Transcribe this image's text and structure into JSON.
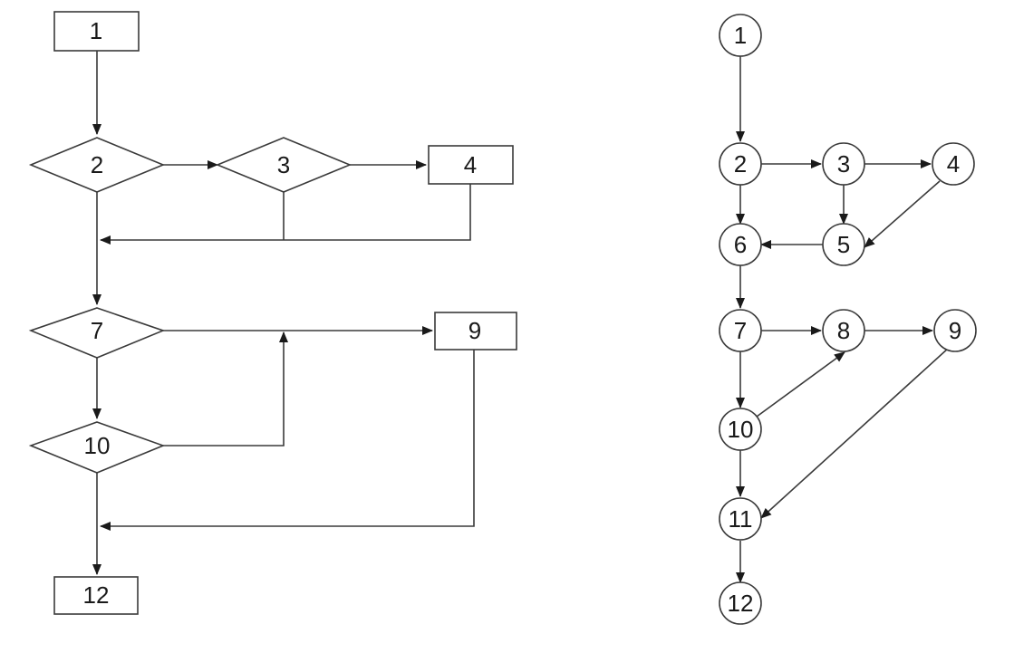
{
  "colors": {
    "background": "#ffffff",
    "stroke": "#3a3a3a",
    "text": "#1a1a1a"
  },
  "flowchart": {
    "nodes": [
      {
        "id": "1",
        "label": "1",
        "shape": "rect"
      },
      {
        "id": "2",
        "label": "2",
        "shape": "diamond"
      },
      {
        "id": "3",
        "label": "3",
        "shape": "diamond"
      },
      {
        "id": "4",
        "label": "4",
        "shape": "rect"
      },
      {
        "id": "7",
        "label": "7",
        "shape": "diamond"
      },
      {
        "id": "9",
        "label": "9",
        "shape": "rect"
      },
      {
        "id": "10",
        "label": "10",
        "shape": "diamond"
      },
      {
        "id": "12",
        "label": "12",
        "shape": "rect"
      }
    ],
    "edges": [
      {
        "from": "1",
        "to": "2"
      },
      {
        "from": "2",
        "to": "3"
      },
      {
        "from": "3",
        "to": "4"
      },
      {
        "from": "2",
        "to": "7"
      },
      {
        "from": "3",
        "to": "7"
      },
      {
        "from": "4",
        "to": "7"
      },
      {
        "from": "7",
        "to": "9"
      },
      {
        "from": "7",
        "to": "10"
      },
      {
        "from": "10",
        "to": "9"
      },
      {
        "from": "10",
        "to": "12"
      },
      {
        "from": "9",
        "to": "12"
      }
    ]
  },
  "flowgraph": {
    "nodes": [
      {
        "id": "1",
        "label": "1"
      },
      {
        "id": "2",
        "label": "2"
      },
      {
        "id": "3",
        "label": "3"
      },
      {
        "id": "4",
        "label": "4"
      },
      {
        "id": "5",
        "label": "5"
      },
      {
        "id": "6",
        "label": "6"
      },
      {
        "id": "7",
        "label": "7"
      },
      {
        "id": "8",
        "label": "8"
      },
      {
        "id": "9",
        "label": "9"
      },
      {
        "id": "10",
        "label": "10"
      },
      {
        "id": "11",
        "label": "11"
      },
      {
        "id": "12",
        "label": "12"
      }
    ],
    "edges": [
      {
        "from": "1",
        "to": "2"
      },
      {
        "from": "2",
        "to": "3"
      },
      {
        "from": "3",
        "to": "4"
      },
      {
        "from": "2",
        "to": "6"
      },
      {
        "from": "3",
        "to": "5"
      },
      {
        "from": "4",
        "to": "5"
      },
      {
        "from": "5",
        "to": "6"
      },
      {
        "from": "6",
        "to": "7"
      },
      {
        "from": "7",
        "to": "8"
      },
      {
        "from": "8",
        "to": "9"
      },
      {
        "from": "7",
        "to": "10"
      },
      {
        "from": "10",
        "to": "8"
      },
      {
        "from": "10",
        "to": "11"
      },
      {
        "from": "9",
        "to": "11"
      },
      {
        "from": "11",
        "to": "12"
      }
    ]
  }
}
